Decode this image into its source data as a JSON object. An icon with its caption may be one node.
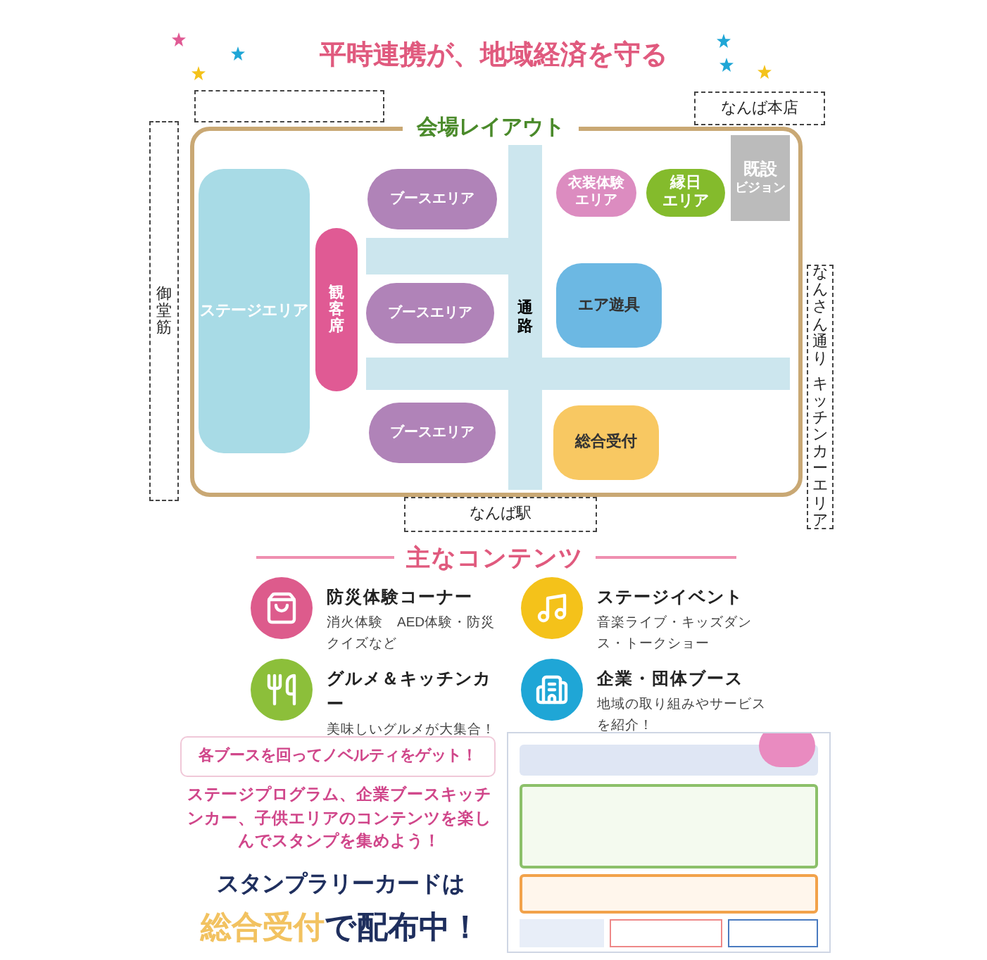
{
  "diagram": {
    "title": "平時連携が、地域経済を守る",
    "nodes": [
      {
        "text": [
          "会場レイアウト"
        ]
      },
      {
        "text": [
          "ステージエリア"
        ],
        "in": 0
      },
      {
        "text": [
          "観客席"
        ],
        "in": 0
      },
      {
        "text": [
          "ブースエリア"
        ],
        "in": 0
      },
      {
        "text": [
          "ブースエリア"
        ],
        "in": 0
      },
      {
        "text": [
          "ブースエリア"
        ],
        "in": 0
      },
      {
        "text": [
          "通路"
        ],
        "in": 0
      },
      {
        "text": [
          "衣装体験",
          "エリア"
        ],
        "in": 0
      },
      {
        "text": [
          "縁日",
          "エリア"
        ],
        "in": 0
      },
      {
        "text": [
          "既設",
          "ビジョン"
        ],
        "in": 0
      },
      {
        "text": [
          "エア遊具"
        ],
        "in": 0
      },
      {
        "text": [
          "総合受付"
        ],
        "in": 0
      },
      {
        "text": [],
        "shape": "box"
      },
      {
        "text": [
          "なんば本店"
        ]
      },
      {
        "text": [
          "御堂筋"
        ]
      },
      {
        "text": [
          "なんさん通り",
          "キッチンカーエリア"
        ]
      },
      {
        "text": [
          "なんば駅"
        ]
      },
      {
        "text": [
          "各ブースを回ってノベルティをゲット！"
        ]
      },
      {
        "text": [],
        "shape": "picture"
      }
    ],
    "labels": [
      "主なコンテンツ",
      "防災体験コーナー",
      "消火体験　AED体験・防災クイズなど",
      "ステージイベント",
      "音楽ライブ・キッズダンス・トークショー",
      "グルメ＆キッチンカー",
      "美味しいグルメが大集合！",
      "企業・団体ブース",
      "地域の取り組みやサービスを紹介！",
      "ステージプログラム、企業ブースキッチンカー、子供エリアのコンテンツを楽しんでスタンプを集めよう！",
      "スタンプラリーカードは",
      "総合受付",
      "で配布中！"
    ]
  }
}
